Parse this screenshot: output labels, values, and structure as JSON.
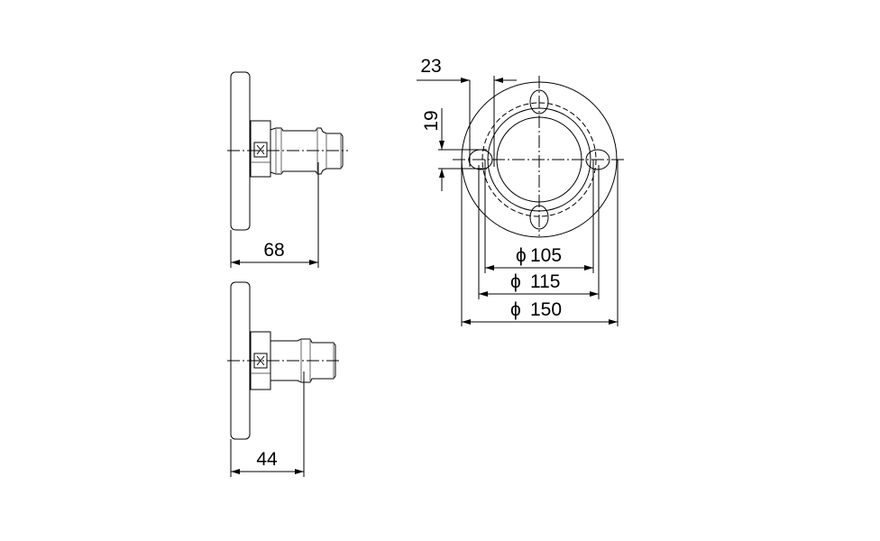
{
  "top_view": {
    "length_label": "68"
  },
  "bottom_view": {
    "length_label": "44"
  },
  "flange_view": {
    "hole_offset_label": "23",
    "hole_width_label": "19",
    "diameters": [
      {
        "symbol": "ϕ",
        "value": "105"
      },
      {
        "symbol": "ϕ",
        "value": "115"
      },
      {
        "symbol": "ϕ",
        "value": "150"
      }
    ]
  }
}
